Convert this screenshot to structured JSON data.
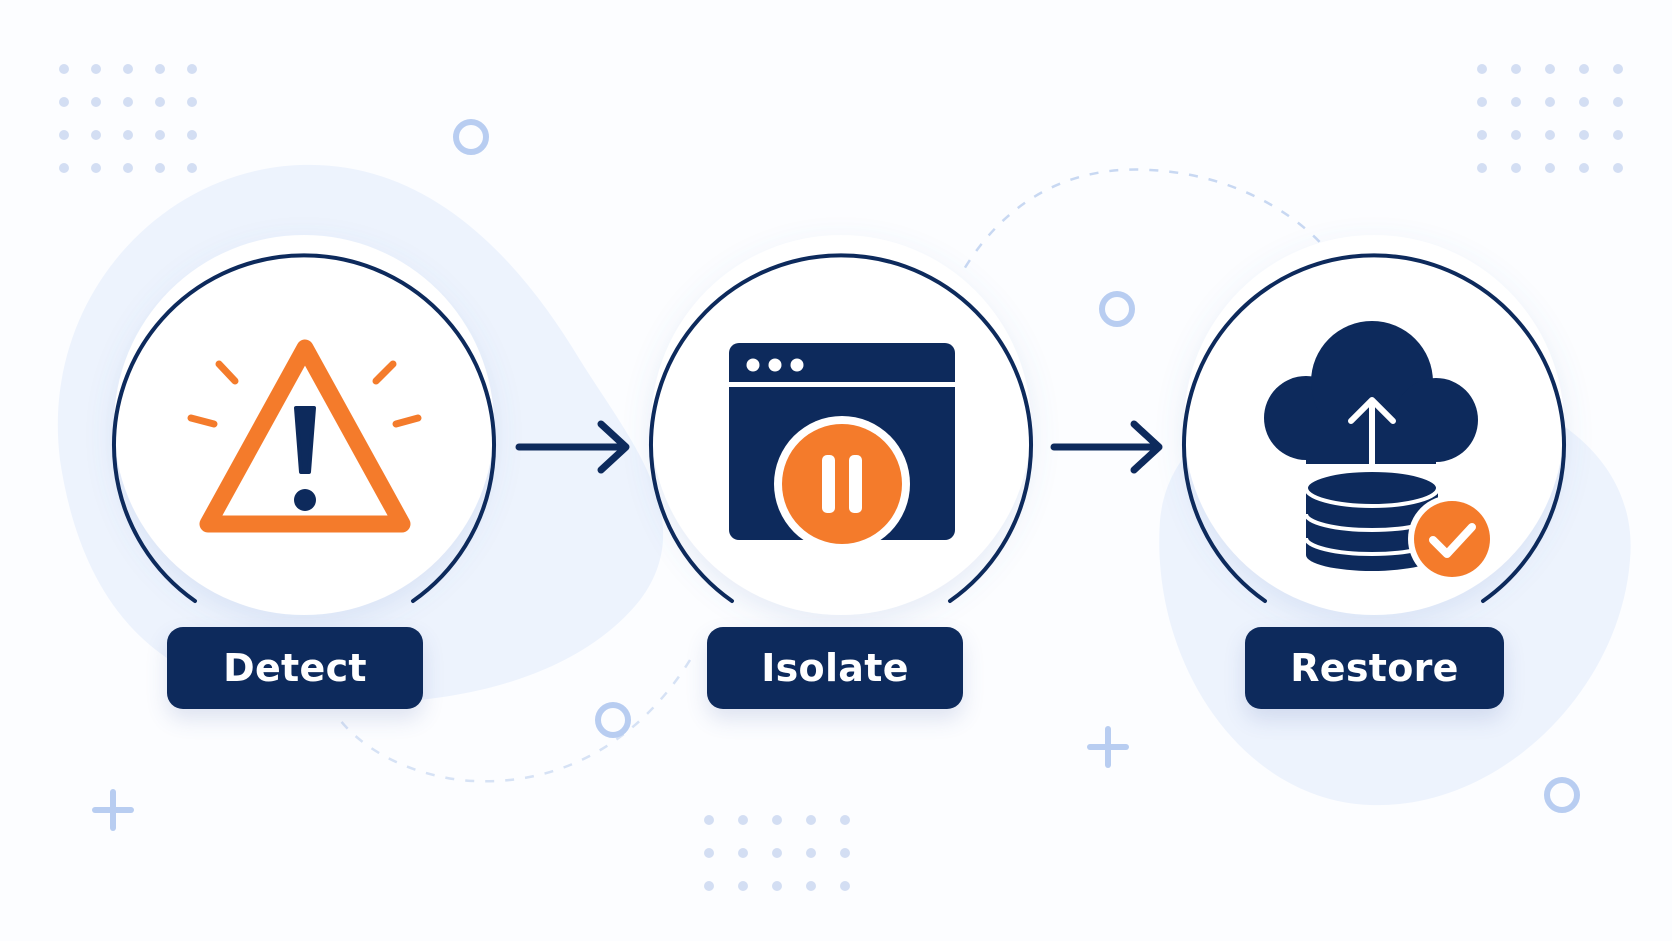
{
  "colors": {
    "navy": "#0d2a5c",
    "orange": "#f47b2b",
    "light_blue": "#b8cdf1",
    "blob": "#edf3fd"
  },
  "steps": [
    {
      "id": "detect",
      "label": "Detect",
      "icon": "warning-triangle-icon"
    },
    {
      "id": "isolate",
      "label": "Isolate",
      "icon": "browser-window-pause-icon"
    },
    {
      "id": "restore",
      "label": "Restore",
      "icon": "cloud-database-restore-icon"
    }
  ],
  "connectors": [
    "arrow-right-icon",
    "arrow-right-icon"
  ]
}
